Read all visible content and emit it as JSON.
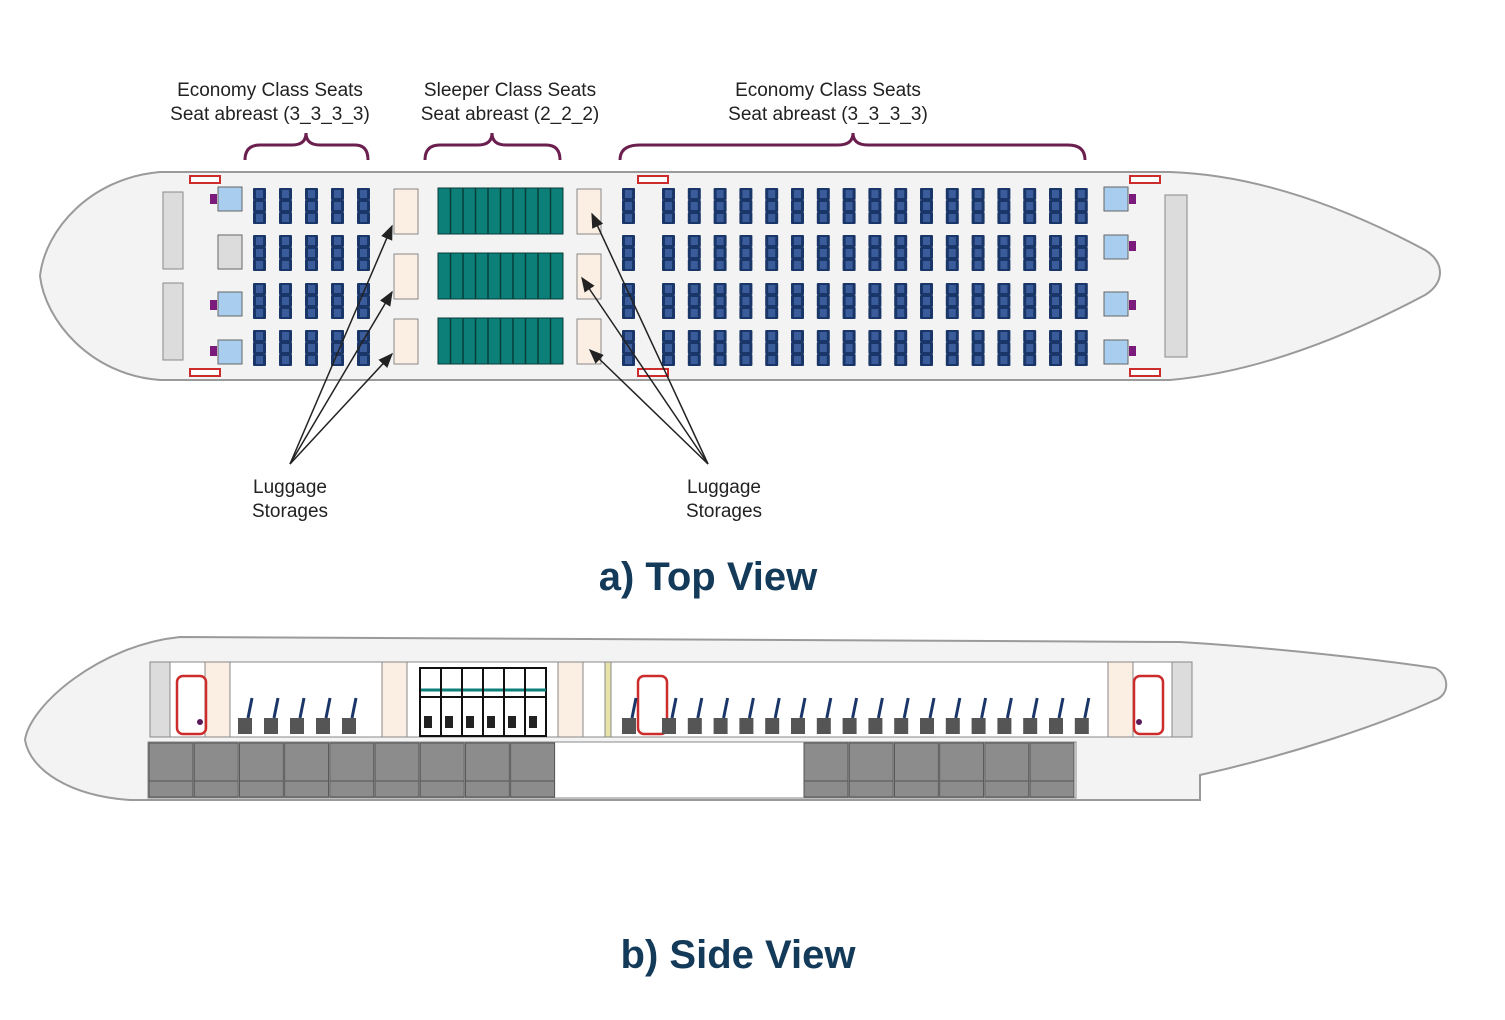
{
  "top_view": {
    "caption": "a) Top View",
    "sections": [
      {
        "line1": "Economy Class Seats",
        "line2": "Seat abreast (3_3_3_3)"
      },
      {
        "line1": "Sleeper Class Seats",
        "line2": "Seat abreast (2_2_2)"
      },
      {
        "line1": "Economy Class Seats",
        "line2": "Seat abreast (3_3_3_3)"
      }
    ],
    "luggage_labels": [
      {
        "line1": "Luggage",
        "line2": "Storages"
      },
      {
        "line1": "Luggage",
        "line2": "Storages"
      }
    ]
  },
  "side_view": {
    "caption": "b) Side View"
  },
  "colors": {
    "caption": "#143a5a",
    "brace": "#6b1f4f",
    "economy_seat": "#1a3668",
    "sleeper_seat": "#0b7f78",
    "luggage_storage": "#fbeee2",
    "galley": "#a8cdee",
    "door": "#cc2c2c",
    "cargo": "#8c8c8c",
    "fuselage": "#f3f3f3"
  }
}
